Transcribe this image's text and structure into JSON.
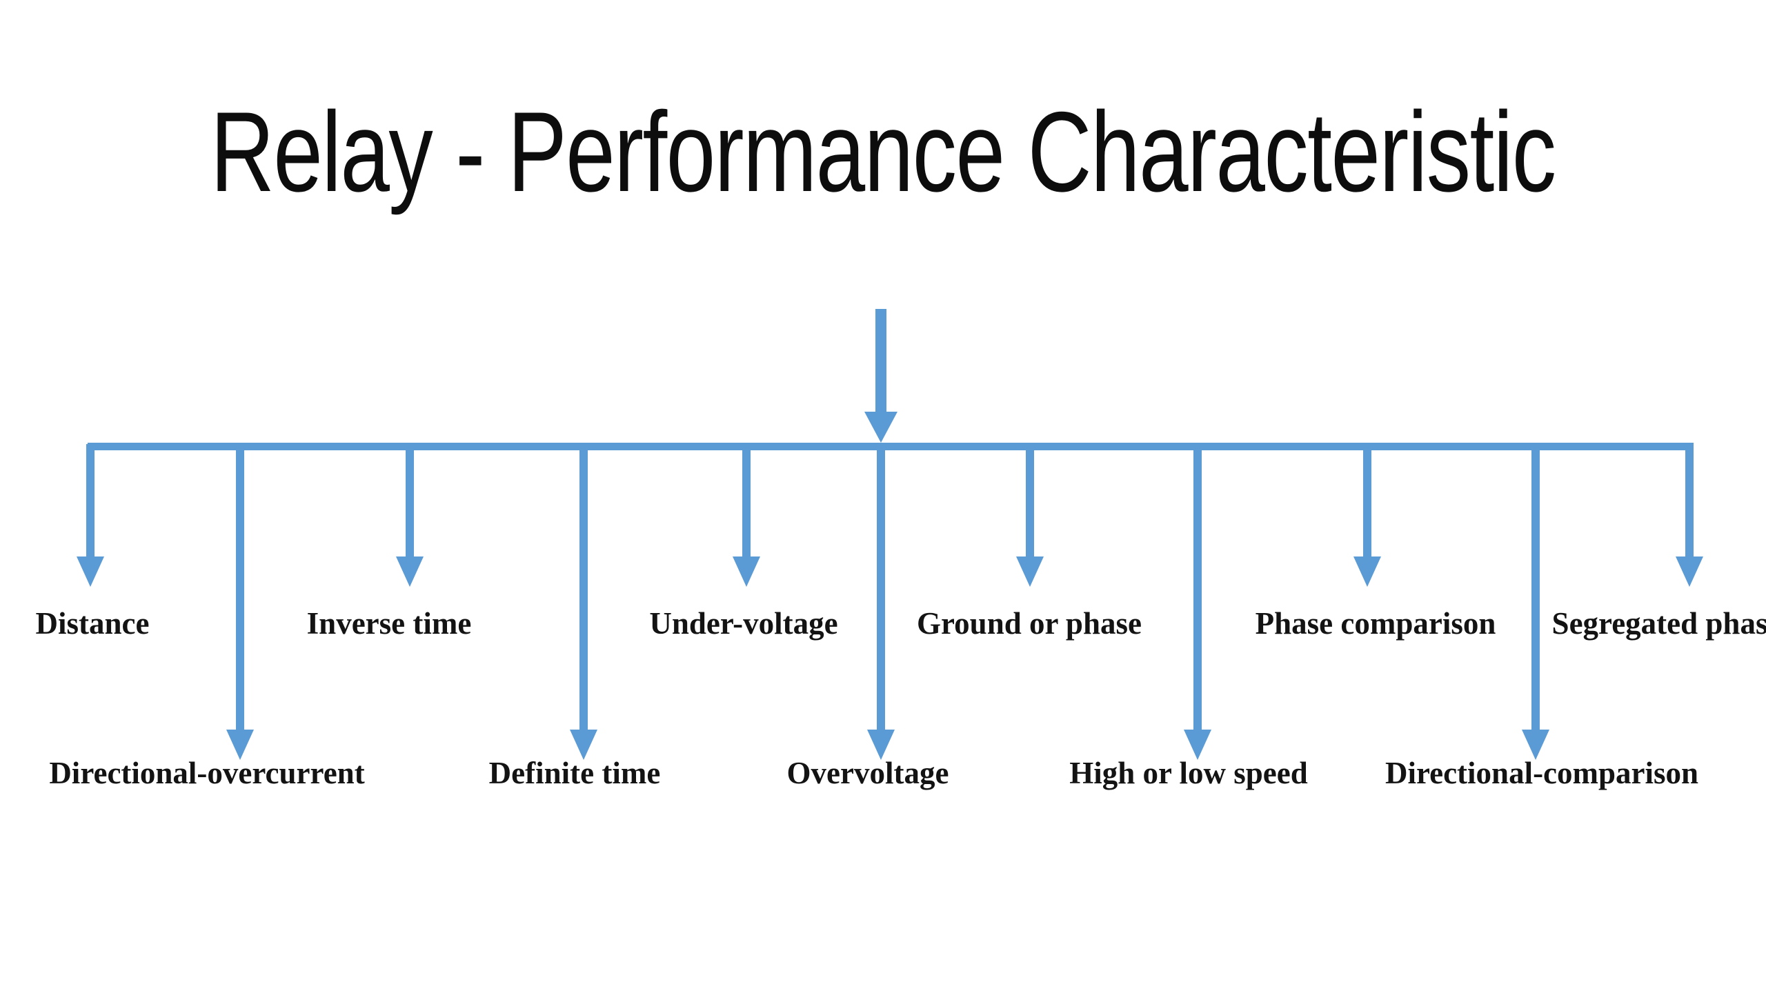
{
  "title": "Relay - Performance Characteristic",
  "tree": {
    "row1_labels": [
      "Distance",
      "Inverse time",
      "Under-voltage",
      "Ground or phase",
      "Phase comparison",
      "Segregated phase"
    ],
    "row2_labels": [
      "Directional-overcurrent",
      "Definite time",
      "Overvoltage",
      "High or low speed",
      "Directional-comparison"
    ]
  },
  "colors": {
    "accent": "#5B9BD5",
    "text": "#131313",
    "background": "#FFFFFF"
  }
}
